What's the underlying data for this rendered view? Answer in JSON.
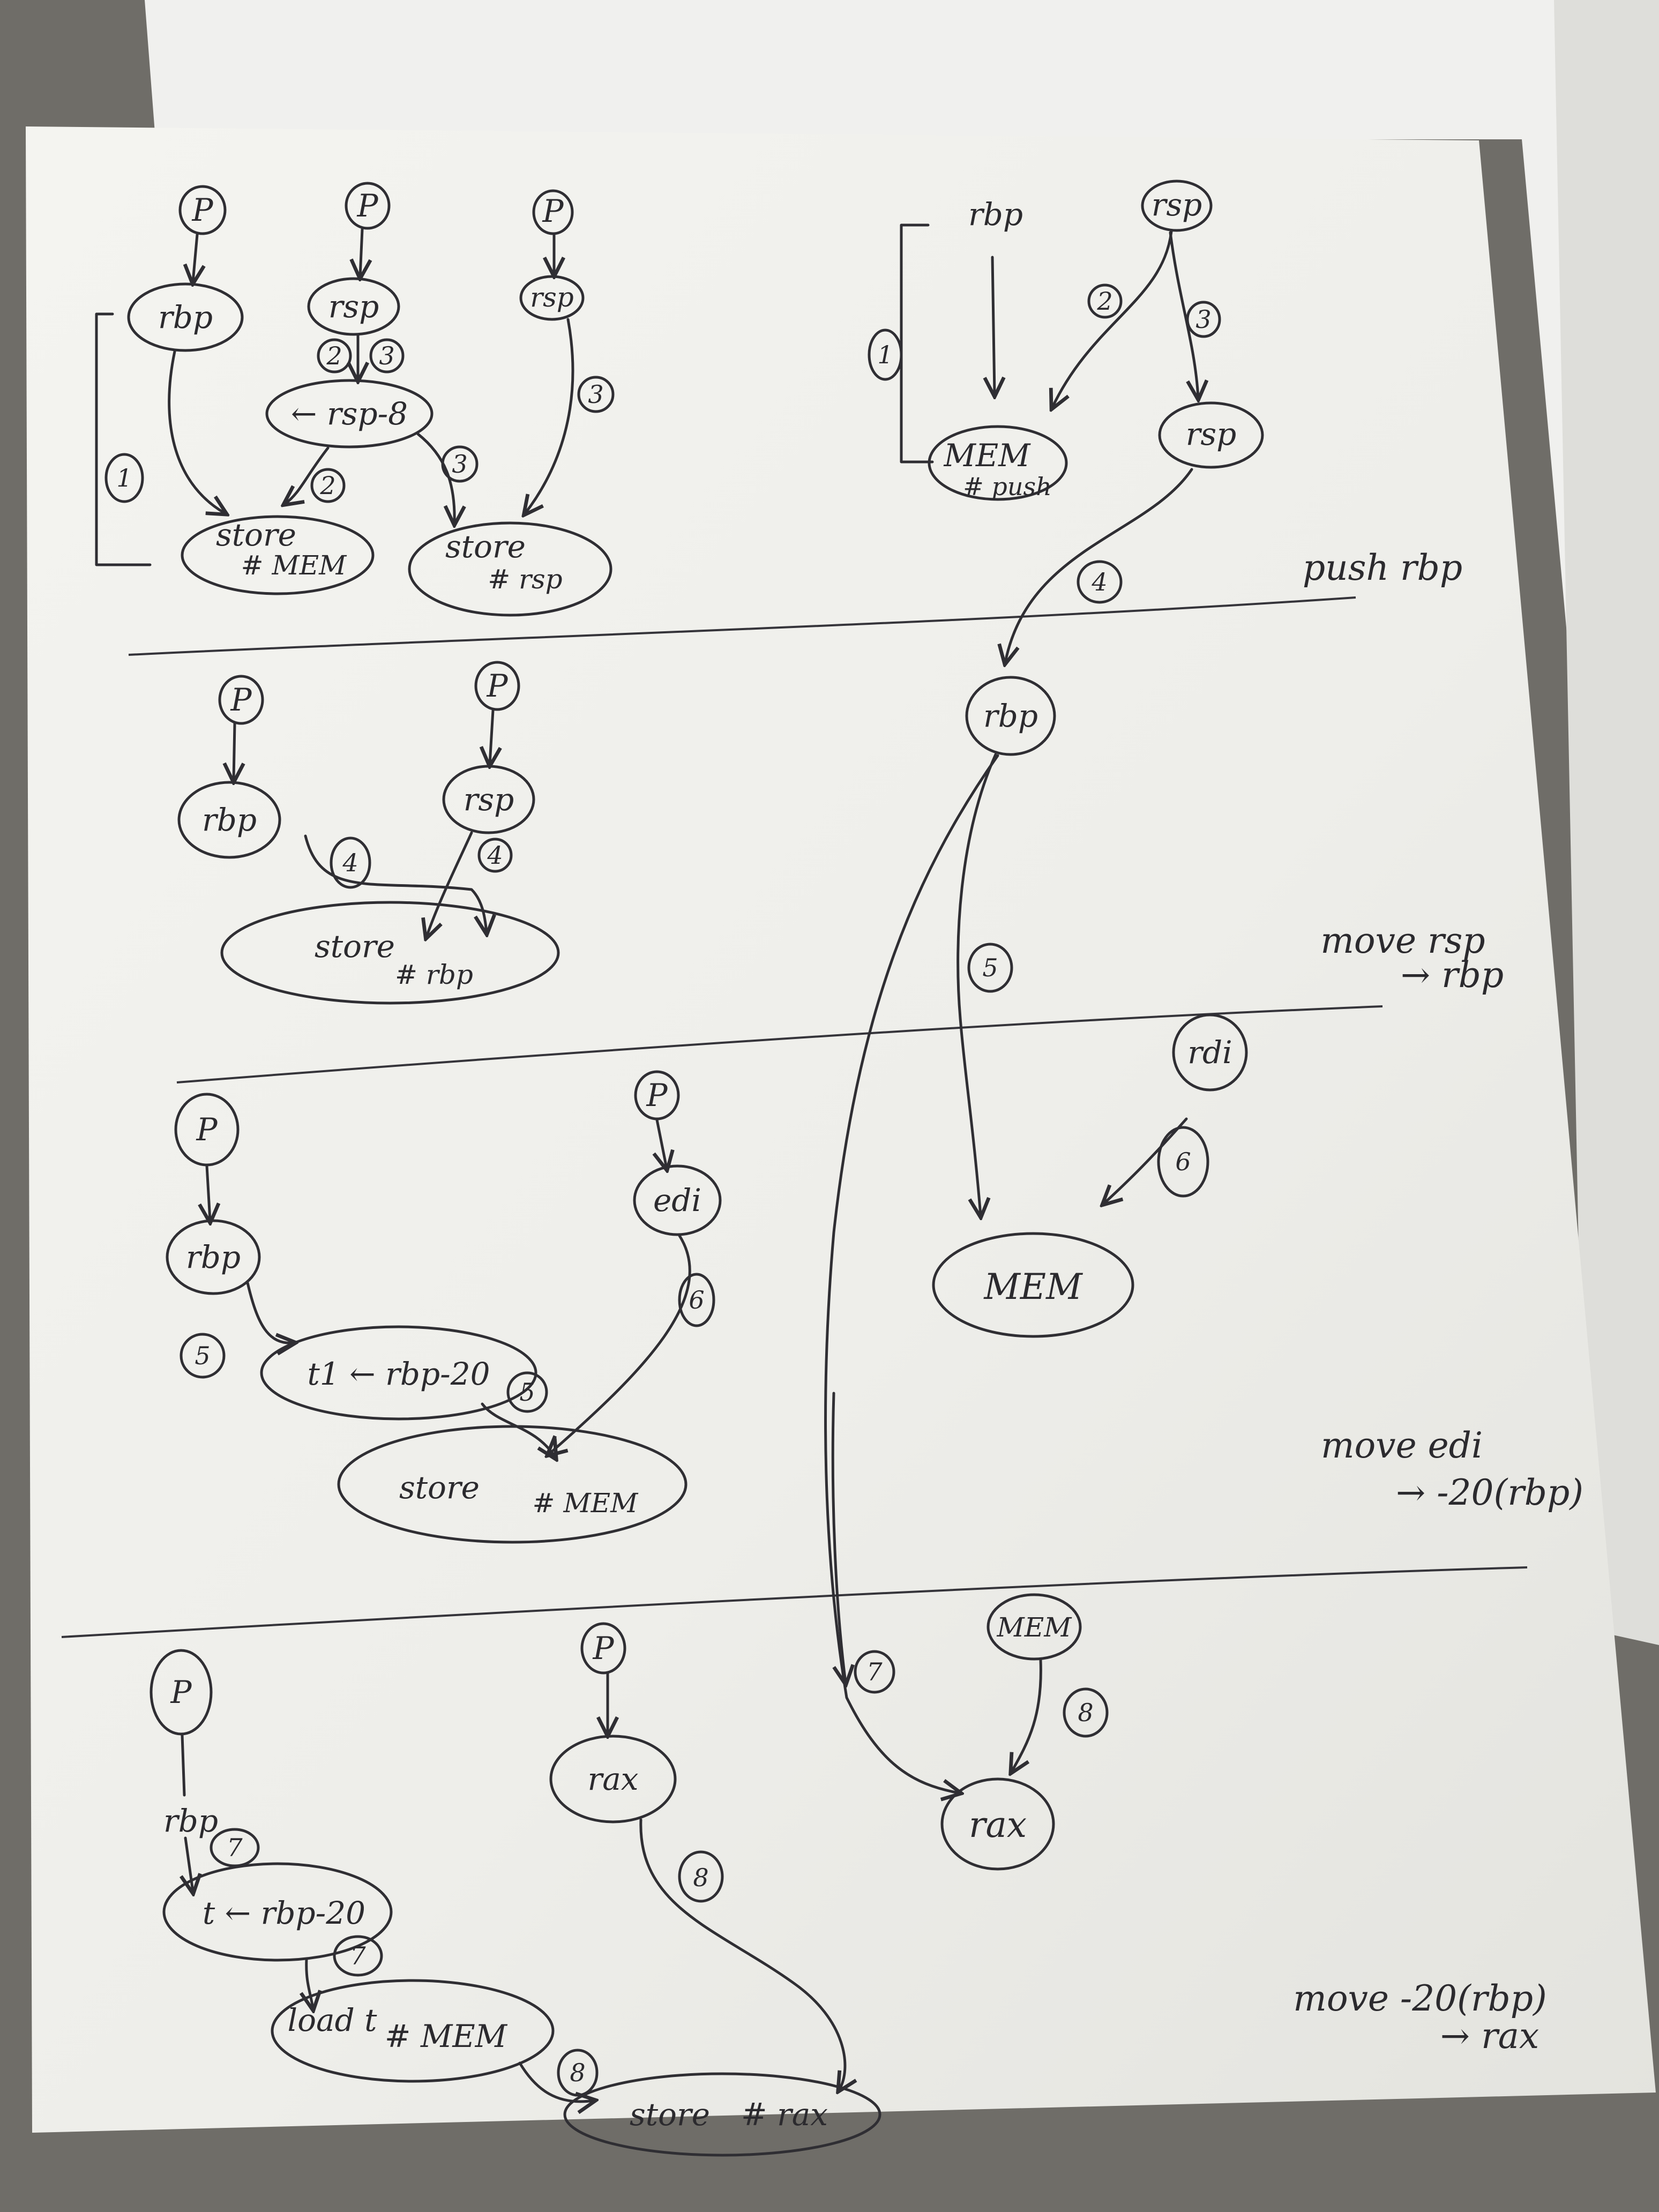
{
  "panels": [
    {
      "label": "push rbp",
      "nodes": [
        "P",
        "P",
        "P",
        "rbp",
        "rsp",
        "rsp",
        "← rsp-8",
        "store",
        "# MEM",
        "store",
        "# rsp",
        "rbp",
        "rsp",
        "MEM",
        "# push",
        "rsp"
      ],
      "step_numbers": [
        "1",
        "2",
        "3",
        "2",
        "3",
        "3",
        "1",
        "2",
        "3",
        "4"
      ]
    },
    {
      "label_line1": "move rsp",
      "label_line2": "→ rbp",
      "nodes": [
        "P",
        "P",
        "rbp",
        "rsp",
        "store",
        "# rbp",
        "rbp"
      ],
      "step_numbers": [
        "4",
        "4",
        "5"
      ]
    },
    {
      "label_line1": "move edi",
      "label_line2": "→ -20(rbp)",
      "nodes": [
        "P",
        "P",
        "rbp",
        "edi",
        "t1 ← rbp-20",
        "store",
        "# MEM",
        "rdi",
        "MEM"
      ],
      "step_numbers": [
        "5",
        "5",
        "6",
        "6"
      ]
    },
    {
      "label_line1": "move -20(rbp)",
      "label_line2": "→ rax",
      "nodes": [
        "P",
        "P",
        "rbp",
        "t ← rbp-20",
        "load t",
        "# MEM",
        "rax",
        "store",
        "# rax",
        "MEM",
        "rax"
      ],
      "step_numbers": [
        "7",
        "7",
        "8",
        "8",
        "7",
        "8"
      ]
    }
  ]
}
